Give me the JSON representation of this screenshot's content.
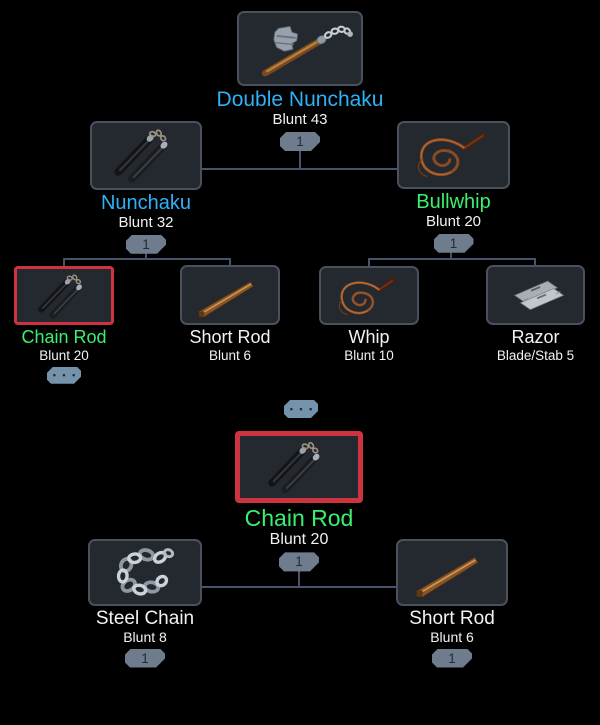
{
  "view": {
    "type": "weapon-crafting-tree",
    "background": "#000000"
  },
  "colors": {
    "tile_background": "#24282f",
    "tile_border": "#4a505c",
    "highlight_border": "#ce3440",
    "connector_line": "#46546b",
    "quantity_badge_background": "#6e7c8e",
    "quantity_badge_text": "#232c38",
    "more_badge_background": "#7492aa",
    "name_blue": "#2eb2f6",
    "name_green": "#3af06e",
    "name_white": "#f2f2f2"
  },
  "nodes": [
    {
      "id": "double-nunchaku",
      "name": "Double Nunchaku",
      "stat": "Blunt 43",
      "badge": "1",
      "name_color": "#2eb2f6",
      "icon": "flail-icon"
    },
    {
      "id": "nunchaku",
      "name": "Nunchaku",
      "stat": "Blunt 32",
      "badge": "1",
      "name_color": "#2eb2f6",
      "icon": "nunchaku-icon"
    },
    {
      "id": "bullwhip",
      "name": "Bullwhip",
      "stat": "Blunt 20",
      "badge": "1",
      "name_color": "#3af06e",
      "icon": "bullwhip-icon"
    },
    {
      "id": "chain-rod",
      "name": "Chain Rod",
      "stat": "Blunt 20",
      "more": "• • •",
      "name_color": "#3af06e",
      "icon": "chain-rod-icon",
      "highlighted": true
    },
    {
      "id": "short-rod",
      "name": "Short Rod",
      "stat": "Blunt 6",
      "name_color": "#f2f2f2",
      "icon": "short-rod-icon"
    },
    {
      "id": "whip",
      "name": "Whip",
      "stat": "Blunt 10",
      "name_color": "#f2f2f2",
      "icon": "whip-icon"
    },
    {
      "id": "razor",
      "name": "Razor",
      "stat": "Blade/Stab 5",
      "name_color": "#f2f2f2",
      "icon": "razor-icon"
    },
    {
      "id": "chain-rod-detail",
      "name": "Chain Rod",
      "stat": "Blunt 20",
      "badge": "1",
      "name_color": "#3af06e",
      "icon": "chain-rod-icon",
      "highlighted": true
    },
    {
      "id": "steel-chain",
      "name": "Steel Chain",
      "stat": "Blunt 8",
      "badge": "1",
      "name_color": "#f2f2f2",
      "icon": "steel-chain-icon"
    },
    {
      "id": "short-rod-2",
      "name": "Short Rod",
      "stat": "Blunt 6",
      "badge": "1",
      "name_color": "#f2f2f2",
      "icon": "short-rod-icon"
    }
  ],
  "separator": {
    "label": "• • •"
  }
}
